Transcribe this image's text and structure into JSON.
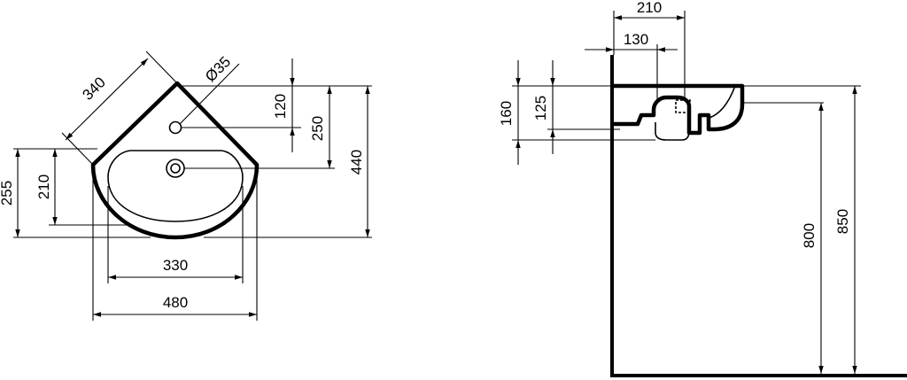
{
  "colors": {
    "line": "#000000",
    "background": "#ffffff"
  },
  "dimensions": {
    "d340": "340",
    "d35": "Ø35",
    "d120": "120",
    "d250": "250",
    "d440": "440",
    "d255": "255",
    "d210_left": "210",
    "d330": "330",
    "d480": "480",
    "d210_top": "210",
    "d130": "130",
    "d160": "160",
    "d125": "125",
    "d800": "800",
    "d850": "850"
  }
}
